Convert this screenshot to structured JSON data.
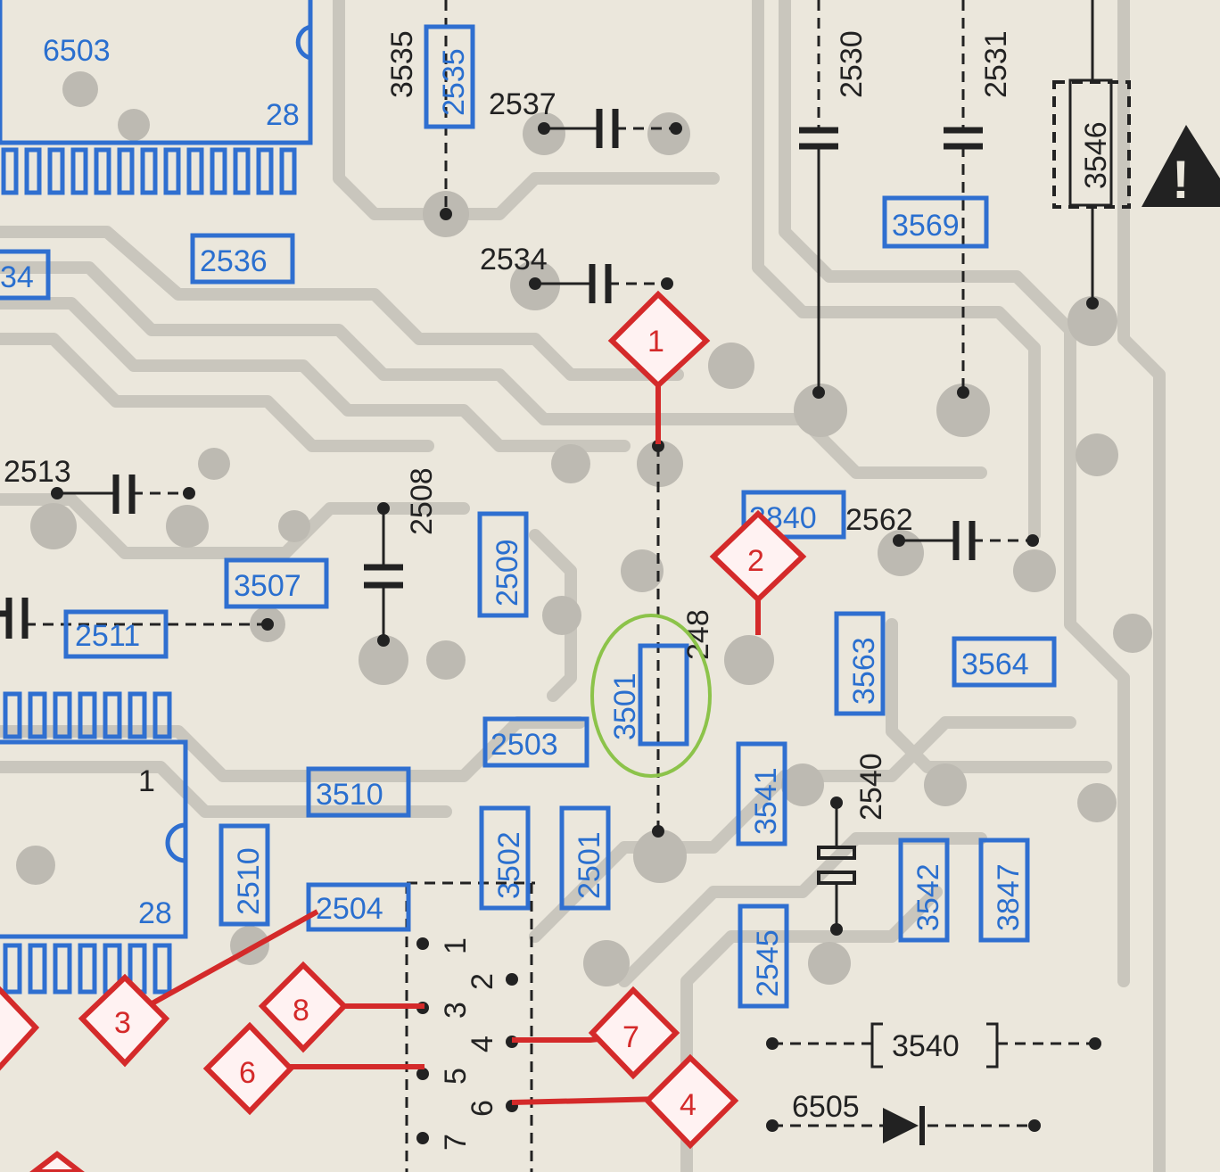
{
  "ics": [
    {
      "ref": "6503",
      "pin_top": "28"
    },
    {
      "pin_first": "1",
      "pin_last": "28"
    }
  ],
  "component_labels": {
    "c2535": "2535",
    "r3535": "3535",
    "c2537": "2537",
    "c2530": "2530",
    "c2531": "2531",
    "r3546": "3546",
    "r3569": "3569",
    "c2536": "2536",
    "c2534": "2534",
    "r34": "34",
    "c2513": "2513",
    "c2508": "2508",
    "c2509": "2509",
    "r3507": "3507",
    "c2511": "2511",
    "r3840": "3840",
    "c2562": "2562",
    "r3563": "3563",
    "r3564": "3564",
    "c2503": "2503",
    "r3501": "3501",
    "c248": "248",
    "r3510": "3510",
    "r3541": "3541",
    "c2540": "2540",
    "c2510": "2510",
    "r3502": "3502",
    "c2501": "2501",
    "r3542": "3542",
    "r3847": "3847",
    "c2504": "2504",
    "c2545": "2545",
    "r3540": "3540",
    "d6505": "6505"
  },
  "test_points": [
    "1",
    "2",
    "3",
    "4",
    "6",
    "7",
    "8"
  ],
  "connector_pins": [
    "1",
    "2",
    "3",
    "4",
    "5",
    "6",
    "7"
  ],
  "highlight_color": "#8cc34a",
  "warning_symbol": "!"
}
